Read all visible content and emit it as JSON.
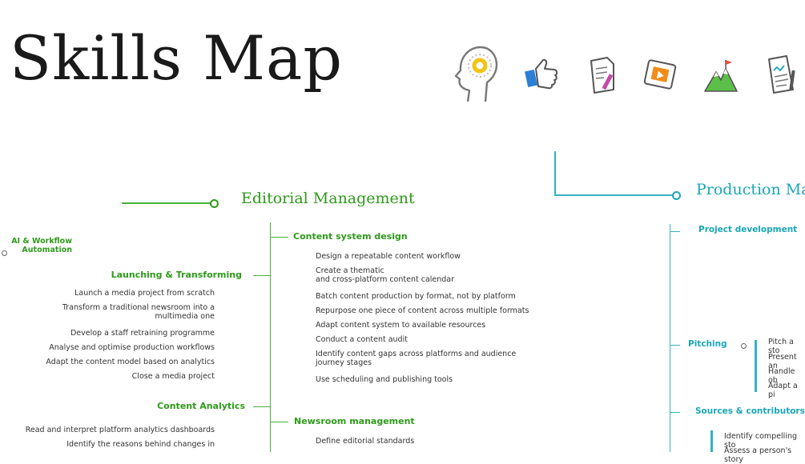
{
  "title": "Skills Map",
  "icons": [
    "head-gear-icon",
    "thumbs-up-icon",
    "document-pen-icon",
    "tablet-video-icon",
    "mountain-flag-icon",
    "report-pen-icon"
  ],
  "colors": {
    "editorial": "#2e9a1a",
    "production": "#1aa6b8"
  },
  "editorial": {
    "title": "Editorial Management",
    "left": {
      "ai_workflow": "AI & Workflow\nAutomation",
      "launching": {
        "label": "Launching & Transforming",
        "items": [
          "Launch a media project from scratch",
          "Transform a traditional newsroom into a\nmultimedia one",
          "Develop a staff retraining programme",
          "Analyse and optimise production workflows",
          "Adapt the content model based on analytics",
          "Close a media project"
        ]
      },
      "analytics": {
        "label": "Content Analytics",
        "items": [
          "Read and interpret platform analytics dashboards",
          "Identify the reasons behind changes in"
        ]
      }
    },
    "right": {
      "content_system": {
        "label": "Content system design",
        "items": [
          "Design a repeatable content workflow",
          "Create a thematic\nand cross-platform content calendar",
          "Batch content production by format, not by platform",
          "Repurpose one piece of content across multiple formats",
          "Adapt content system to available resources",
          "Conduct a content audit",
          "Identify content gaps across platforms and audience\njourney stages",
          "Use scheduling and publishing tools"
        ]
      },
      "newsroom": {
        "label": "Newsroom management",
        "items": [
          "Define editorial standards"
        ]
      }
    }
  },
  "production": {
    "title": "Production Man",
    "project_dev": "Project development",
    "pitching": {
      "label": "Pitching",
      "items": [
        "Pitch a sto",
        "Present an",
        "Handle ob",
        "Adapt a pi"
      ]
    },
    "sources": {
      "label": "Sources & contributors",
      "items": [
        "Identify compelling sto",
        "Assess a person's story"
      ]
    }
  }
}
